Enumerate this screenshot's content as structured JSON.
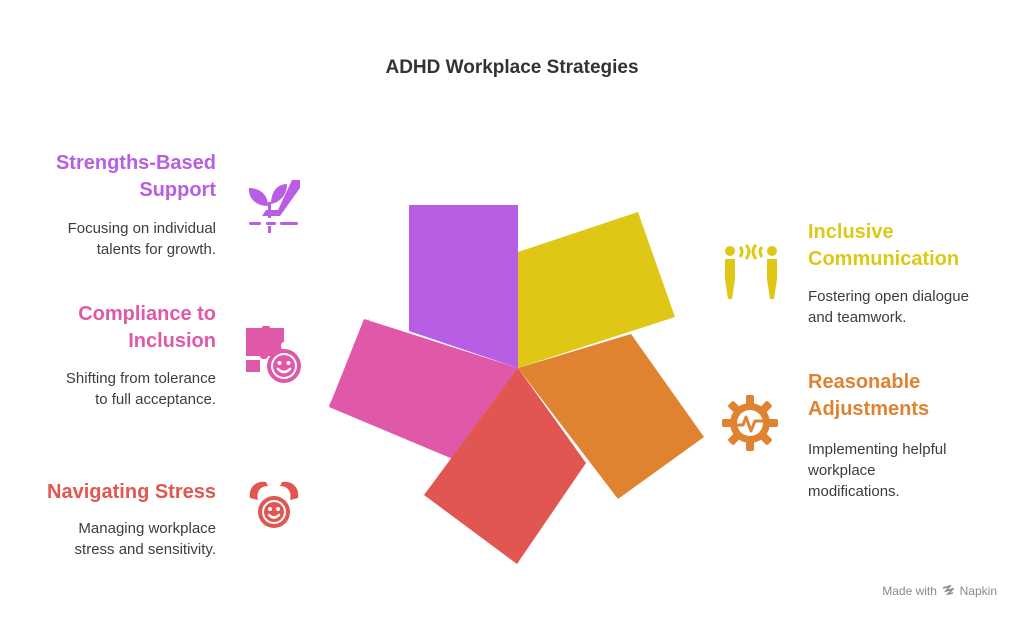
{
  "title": "ADHD Workplace Strategies",
  "items": [
    {
      "heading": "Strengths-Based\nSupport",
      "description": "Focusing on individual\ntalents for growth.",
      "color": "#b85ee4",
      "icon": "sprout-hand-icon"
    },
    {
      "heading": "Compliance to\nInclusion",
      "description": "Shifting from tolerance\nto full acceptance.",
      "color": "#df59a8",
      "icon": "puzzle-face-icon"
    },
    {
      "heading": "Navigating Stress",
      "description": "Managing workplace\nstress and sensitivity.",
      "color": "#e25652",
      "icon": "cradled-face-icon"
    },
    {
      "heading": "Inclusive\nCommunication",
      "description": "Fostering open dialogue\nand teamwork.",
      "color": "#dfc815",
      "icon": "people-talking-icon"
    },
    {
      "heading": "Reasonable\nAdjustments",
      "description": "Implementing helpful\nworkplace\nmodifications.",
      "color": "#e08330",
      "icon": "gear-pulse-icon"
    }
  ],
  "credit": {
    "prefix": "Made with",
    "brand": "Napkin"
  }
}
